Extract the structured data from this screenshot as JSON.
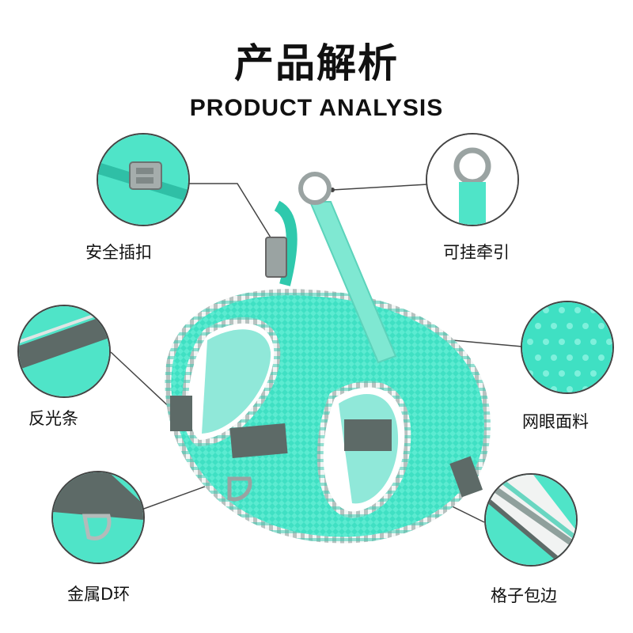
{
  "heading": {
    "title_cn": "产品解析",
    "title_en": "PRODUCT ANALYSIS"
  },
  "features": [
    {
      "label": "安全插扣",
      "icon": "buckle-icon"
    },
    {
      "label": "可挂牵引",
      "icon": "ring-icon"
    },
    {
      "label": "反光条",
      "icon": "reflective-strip-icon"
    },
    {
      "label": "网眼面料",
      "icon": "mesh-fabric-icon"
    },
    {
      "label": "金属D环",
      "icon": "d-ring-icon"
    },
    {
      "label": "格子包边",
      "icon": "plaid-trim-icon"
    }
  ],
  "colors": {
    "mint": "#3ee0c2",
    "mint_dark": "#2fbfa6",
    "reflective_gray": "#5d6a67",
    "line": "#3a3a3a"
  }
}
